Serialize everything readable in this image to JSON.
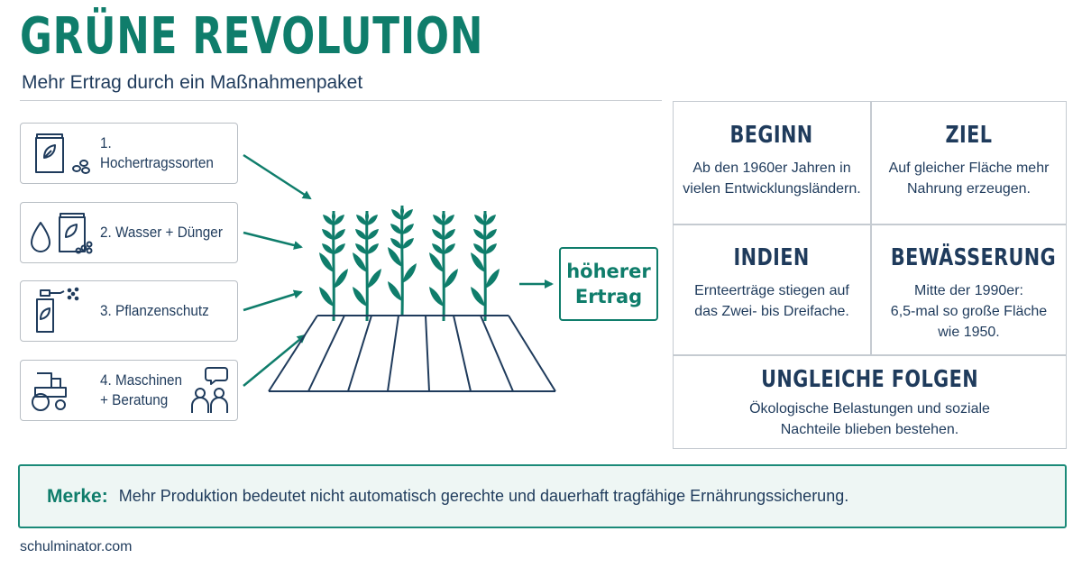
{
  "header": {
    "title": "GRÜNE REVOLUTION",
    "subtitle": "Mehr Ertrag durch ein Maßnahmenpaket"
  },
  "inputs": [
    {
      "label": "1. Hochertragssorten",
      "icon": "seed-bag-icon"
    },
    {
      "label": "2. Wasser + Dünger",
      "icon": "water-fertilizer-icon"
    },
    {
      "label": "3. Pflanzenschutz",
      "icon": "sprayer-icon"
    },
    {
      "label": "4. Maschinen\n+ Beratung",
      "icon": "tractor-advisory-icon"
    }
  ],
  "result": {
    "label": "höherer\nErtrag"
  },
  "facts": {
    "beginn": {
      "title": "BEGINN",
      "text": "Ab den 1960er Jahren in\nvielen Entwicklungsländern."
    },
    "ziel": {
      "title": "ZIEL",
      "text": "Auf gleicher Fläche mehr\nNahrung erzeugen."
    },
    "indien": {
      "title": "INDIEN",
      "text": "Ernteerträge stiegen auf\ndas Zwei- bis Dreifache."
    },
    "bewaesserung": {
      "title": "BEWÄSSERUNG",
      "text": "Mitte der 1990er:\n6,5-mal so große Fläche\nwie 1950."
    },
    "folgen": {
      "title": "UNGLEICHE FOLGEN",
      "text": "Ökologische Belastungen und soziale\nNachteile blieben bestehen."
    }
  },
  "note": {
    "label": "Merke:",
    "text": "Mehr Produktion bedeutet nicht automatisch gerechte und dauerhaft tragfähige Ernährungssicherung."
  },
  "footer": {
    "source": "schulminator.com"
  },
  "colors": {
    "accent": "#0f7d6b",
    "text": "#1f3b5c",
    "border": "#b8bec4",
    "note_bg": "#eef6f4"
  }
}
